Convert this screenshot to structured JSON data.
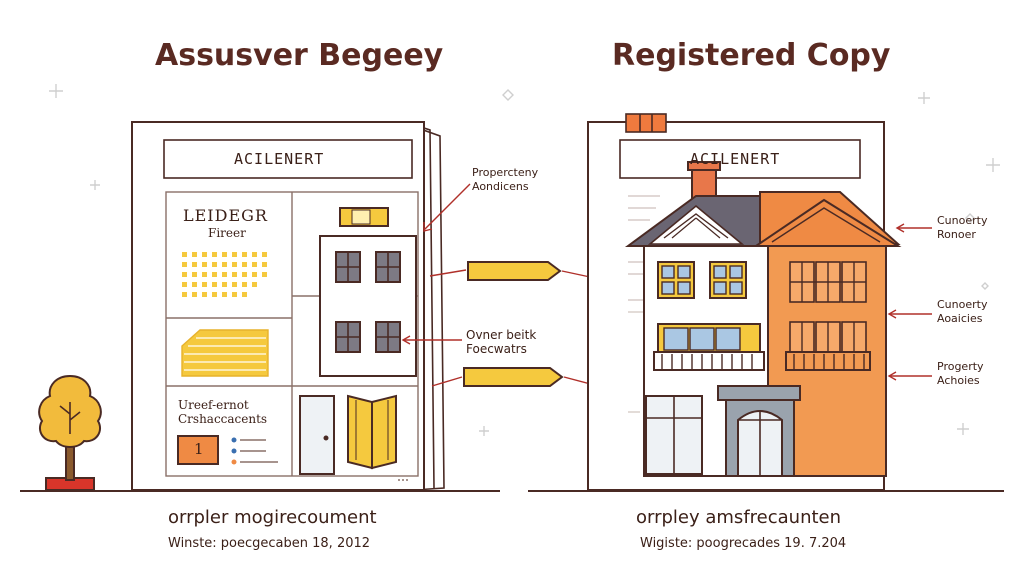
{
  "left": {
    "title": "Assusver Begeey",
    "doc_header": "ACILENERT",
    "section_title": "LEIDEGR",
    "section_subtitle": "Fireer",
    "bottom_label_line1": "Ureef-ernot",
    "bottom_label_line2": "Crshaccacents",
    "badge_number": "1",
    "caption": "orrpler mogirecoument",
    "subcaption": "Winste: poecgecaben 18, 2012"
  },
  "right": {
    "title": "Registered Copy",
    "doc_header": "ACILENERT",
    "caption": "orrpley amsfrecaunten",
    "subcaption": "Wigiste: poogrecades 19. 7.204"
  },
  "annotations": {
    "middle_top": [
      "Propercteny",
      "Aondicens"
    ],
    "middle_bottom": [
      "Ovner beitk",
      "Foecwatrs"
    ],
    "right_1": [
      "Cunoerty",
      "Ronoer"
    ],
    "right_2": [
      "Cunoerty",
      "Aoaicies"
    ],
    "right_3": [
      "Progerty",
      "Achoies"
    ]
  },
  "colors": {
    "outline": "#4a2a24",
    "accent_yellow": "#f5c93e",
    "accent_orange": "#ef8a44",
    "roof_gray": "#6a6572",
    "window_blue": "#aac7e3",
    "arrow_red": "#b0302a"
  }
}
